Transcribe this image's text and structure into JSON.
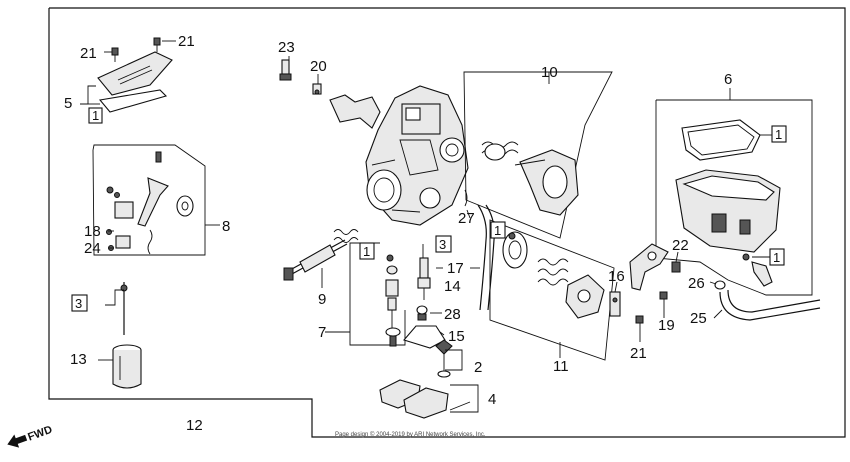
{
  "callouts": {
    "n2": "2",
    "n4": "4",
    "n5": "5",
    "n6": "6",
    "n7": "7",
    "n8": "8",
    "n9": "9",
    "n10": "10",
    "n11": "11",
    "n12": "12",
    "n13": "13",
    "n14": "14",
    "n15": "15",
    "n16": "16",
    "n17": "17",
    "n18": "18",
    "n19": "19",
    "n20": "20",
    "n21a": "21",
    "n21b": "21",
    "n21c": "21",
    "n22": "22",
    "n23": "23",
    "n24": "24",
    "n25": "25",
    "n26": "26",
    "n27": "27",
    "n28": "28"
  },
  "boxed": {
    "b5": "1",
    "b6": "1",
    "b6b": "1",
    "b7": "1",
    "b10": "3",
    "b11": "1",
    "b13": "3"
  },
  "direction_label": "FWD",
  "copyright": "Page design © 2004-2019 by ARI Network Services, Inc."
}
